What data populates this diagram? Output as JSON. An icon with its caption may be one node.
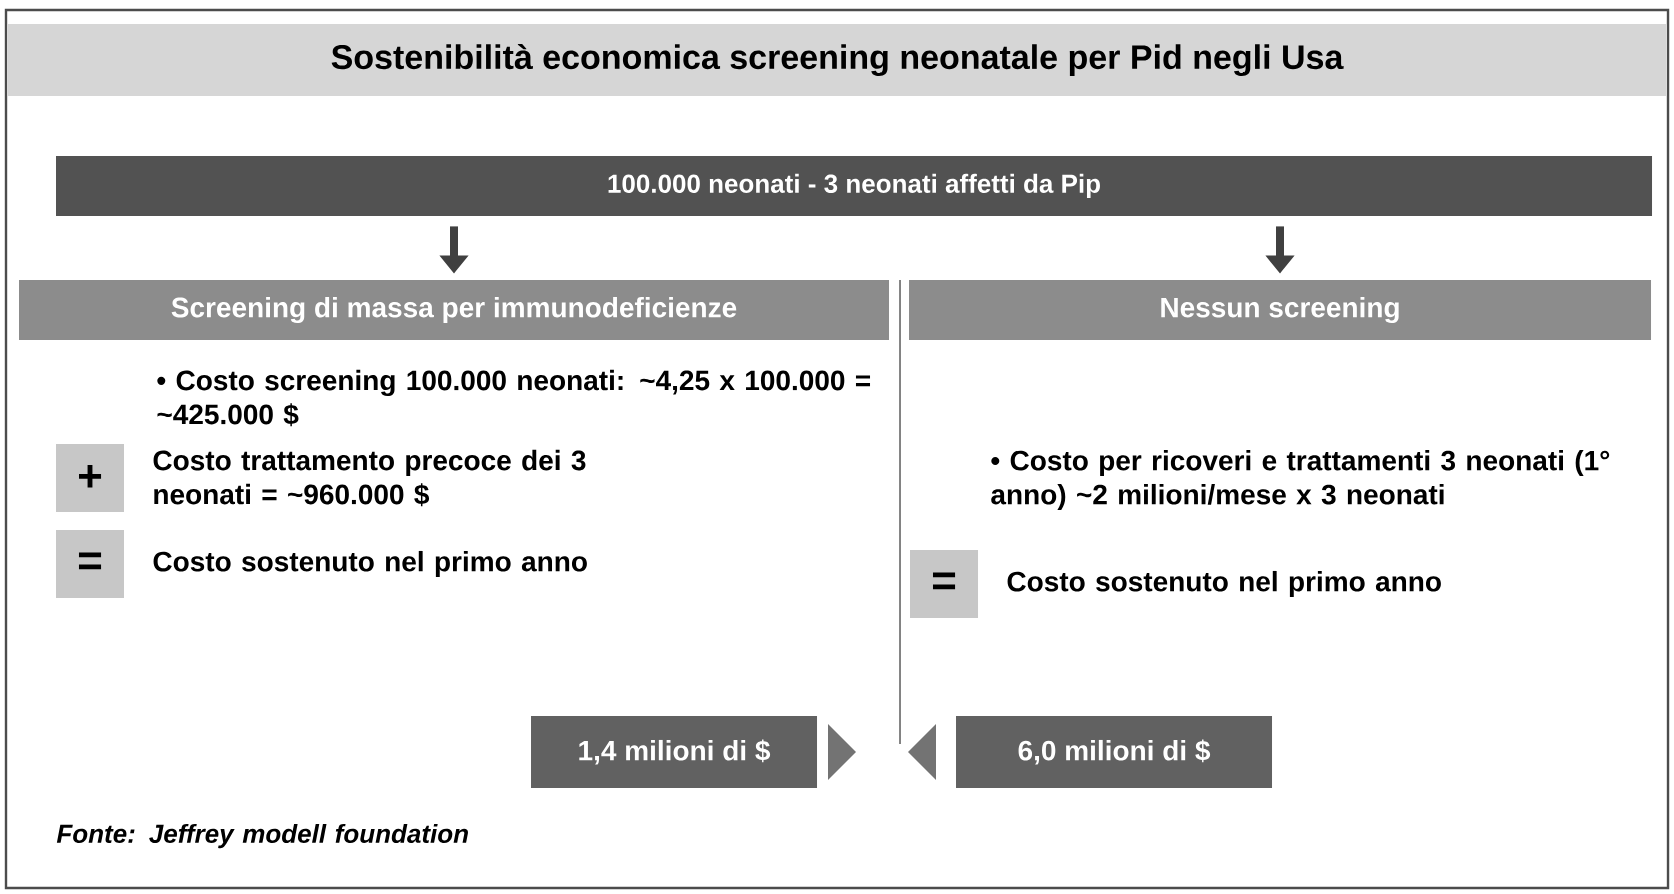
{
  "diagram": {
    "title": "Sostenibilità economica screening neonatale per Pid negli Usa",
    "nodes": [
      {
        "text": [
          "100.000 neonati - 3 neonati affetti da Pip"
        ]
      },
      {
        "text": [
          "Screening di massa per immunodeficienze"
        ]
      },
      {
        "text": [
          "Nessun screening"
        ]
      },
      {
        "text": [
          "+"
        ],
        "beside": [
          "Costo trattamento precoce dei 3 neonati = ~960.000 $"
        ]
      },
      {
        "text": [
          "="
        ],
        "beside": [
          "Costo sostenuto nel primo anno"
        ]
      },
      {
        "text": [
          "="
        ],
        "beside": [
          "Costo sostenuto nel primo anno"
        ]
      },
      {
        "text": [
          "1,4 milioni di $"
        ]
      },
      {
        "text": [
          "6,0 milioni di $"
        ]
      }
    ],
    "edges": [
      {
        "from": 0,
        "to": 1,
        "arrow": "to"
      },
      {
        "from": 0,
        "to": 2,
        "arrow": "to"
      }
    ],
    "labels": [
      "• Costo screening 100.000 neonati: ~4,25 x 100.000 = ~425.000 $",
      "• Costo per ricoveri e trattamenti 3 neonati (1° anno) ~2 milioni/mese x 3 neonati",
      "Fonte: Jeffrey modell foundation"
    ]
  }
}
